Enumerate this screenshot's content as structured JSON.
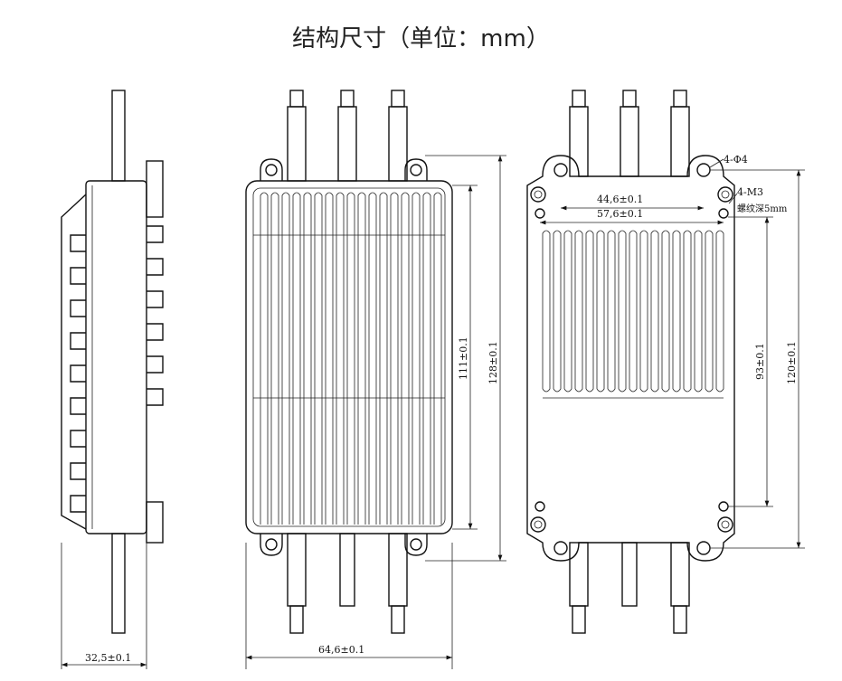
{
  "title": "结构尺寸（单位：mm）",
  "dimensions": {
    "side_width": "32,5±0.1",
    "front_width": "64,6±0.1",
    "front_inner_height": "111±0.1",
    "front_total_height": "128±0.1",
    "back_hole_spacing_top": "44,6±0.1",
    "back_hole_spacing_mid": "57,6±0.1",
    "back_inner_height": "93±0.1",
    "back_total_height": "120±0.1"
  },
  "annotations": {
    "mount_holes": "4-Φ4",
    "thread_holes": "4-M3",
    "thread_depth": "螺纹深5mm"
  }
}
